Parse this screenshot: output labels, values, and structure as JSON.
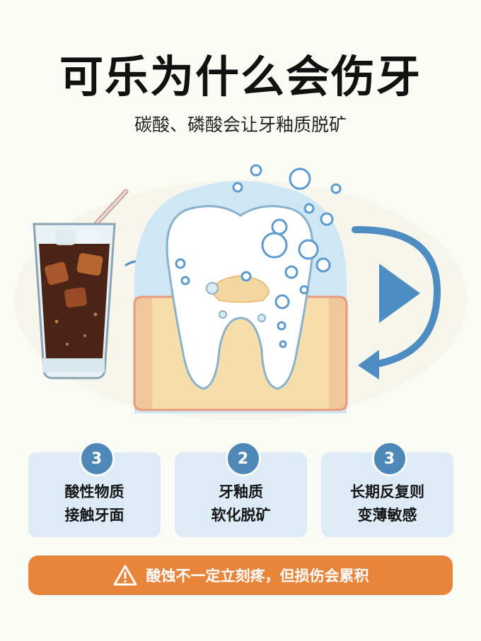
{
  "header": {
    "title": "可乐为什么会伤牙",
    "subtitle": "碳酸、磷酸会让牙釉质脱矿"
  },
  "illustration": {
    "icons": [
      "cola-glass-icon",
      "tooth-icon",
      "bubbles-icon",
      "cycle-arrow-icon",
      "play-icon"
    ],
    "colors": {
      "cola": "#4a2417",
      "tooth": "#ffffff",
      "gum": "#e79a7e",
      "bone": "#f6deaa",
      "enamel_glow": "#cfe6f5",
      "arrow": "#4d8dc2"
    }
  },
  "steps": [
    {
      "badge": "3",
      "line1": "酸性物质",
      "line2": "接触牙面"
    },
    {
      "badge": "2",
      "line1": "牙釉质",
      "line2": "软化脱矿"
    },
    {
      "badge": "3",
      "line1": "长期反复则",
      "line2": "变薄敏感"
    }
  ],
  "warning": {
    "icon": "warning-triangle-icon",
    "text": "酸蚀不一定立刻疼，但损伤会累积",
    "color": "#e9843b"
  }
}
